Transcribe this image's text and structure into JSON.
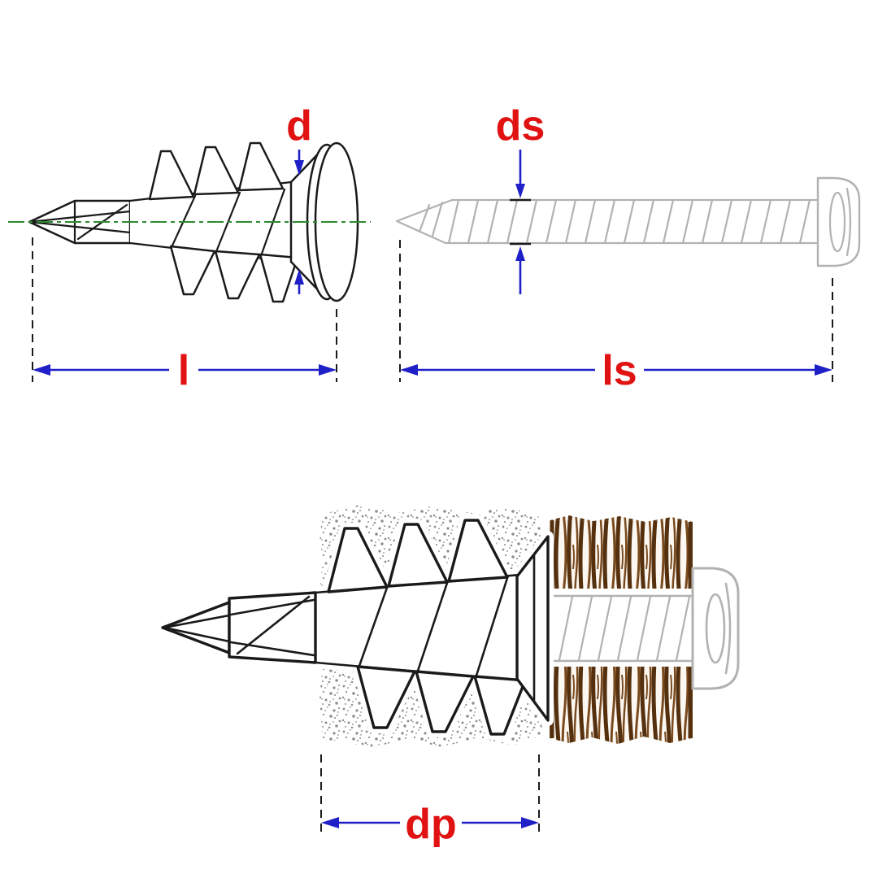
{
  "diagram": {
    "labels": {
      "head_diameter": "d",
      "screw_diameter": "ds",
      "anchor_length": "l",
      "screw_length": "ls",
      "panel_depth": "dp"
    },
    "colors": {
      "label_red": "#e01212",
      "dimension_blue": "#2020c8",
      "centerline_green": "#2e8b2e",
      "outline_black": "#1a1a1a",
      "screw_gray": "#b2b2b2",
      "plasterboard_gray": "#8d8d8d",
      "plasterboard_dark": "#5f5f5f",
      "wood_brown": "#7a4a1e",
      "wood_dark": "#54300e"
    }
  }
}
